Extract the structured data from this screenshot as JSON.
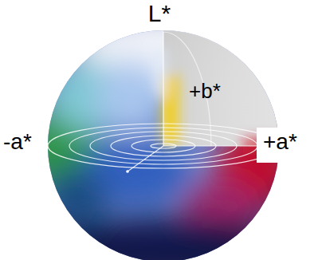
{
  "diagram": {
    "labels": [
      "L*",
      "+b*",
      "-a*",
      "+a*"
    ]
  }
}
